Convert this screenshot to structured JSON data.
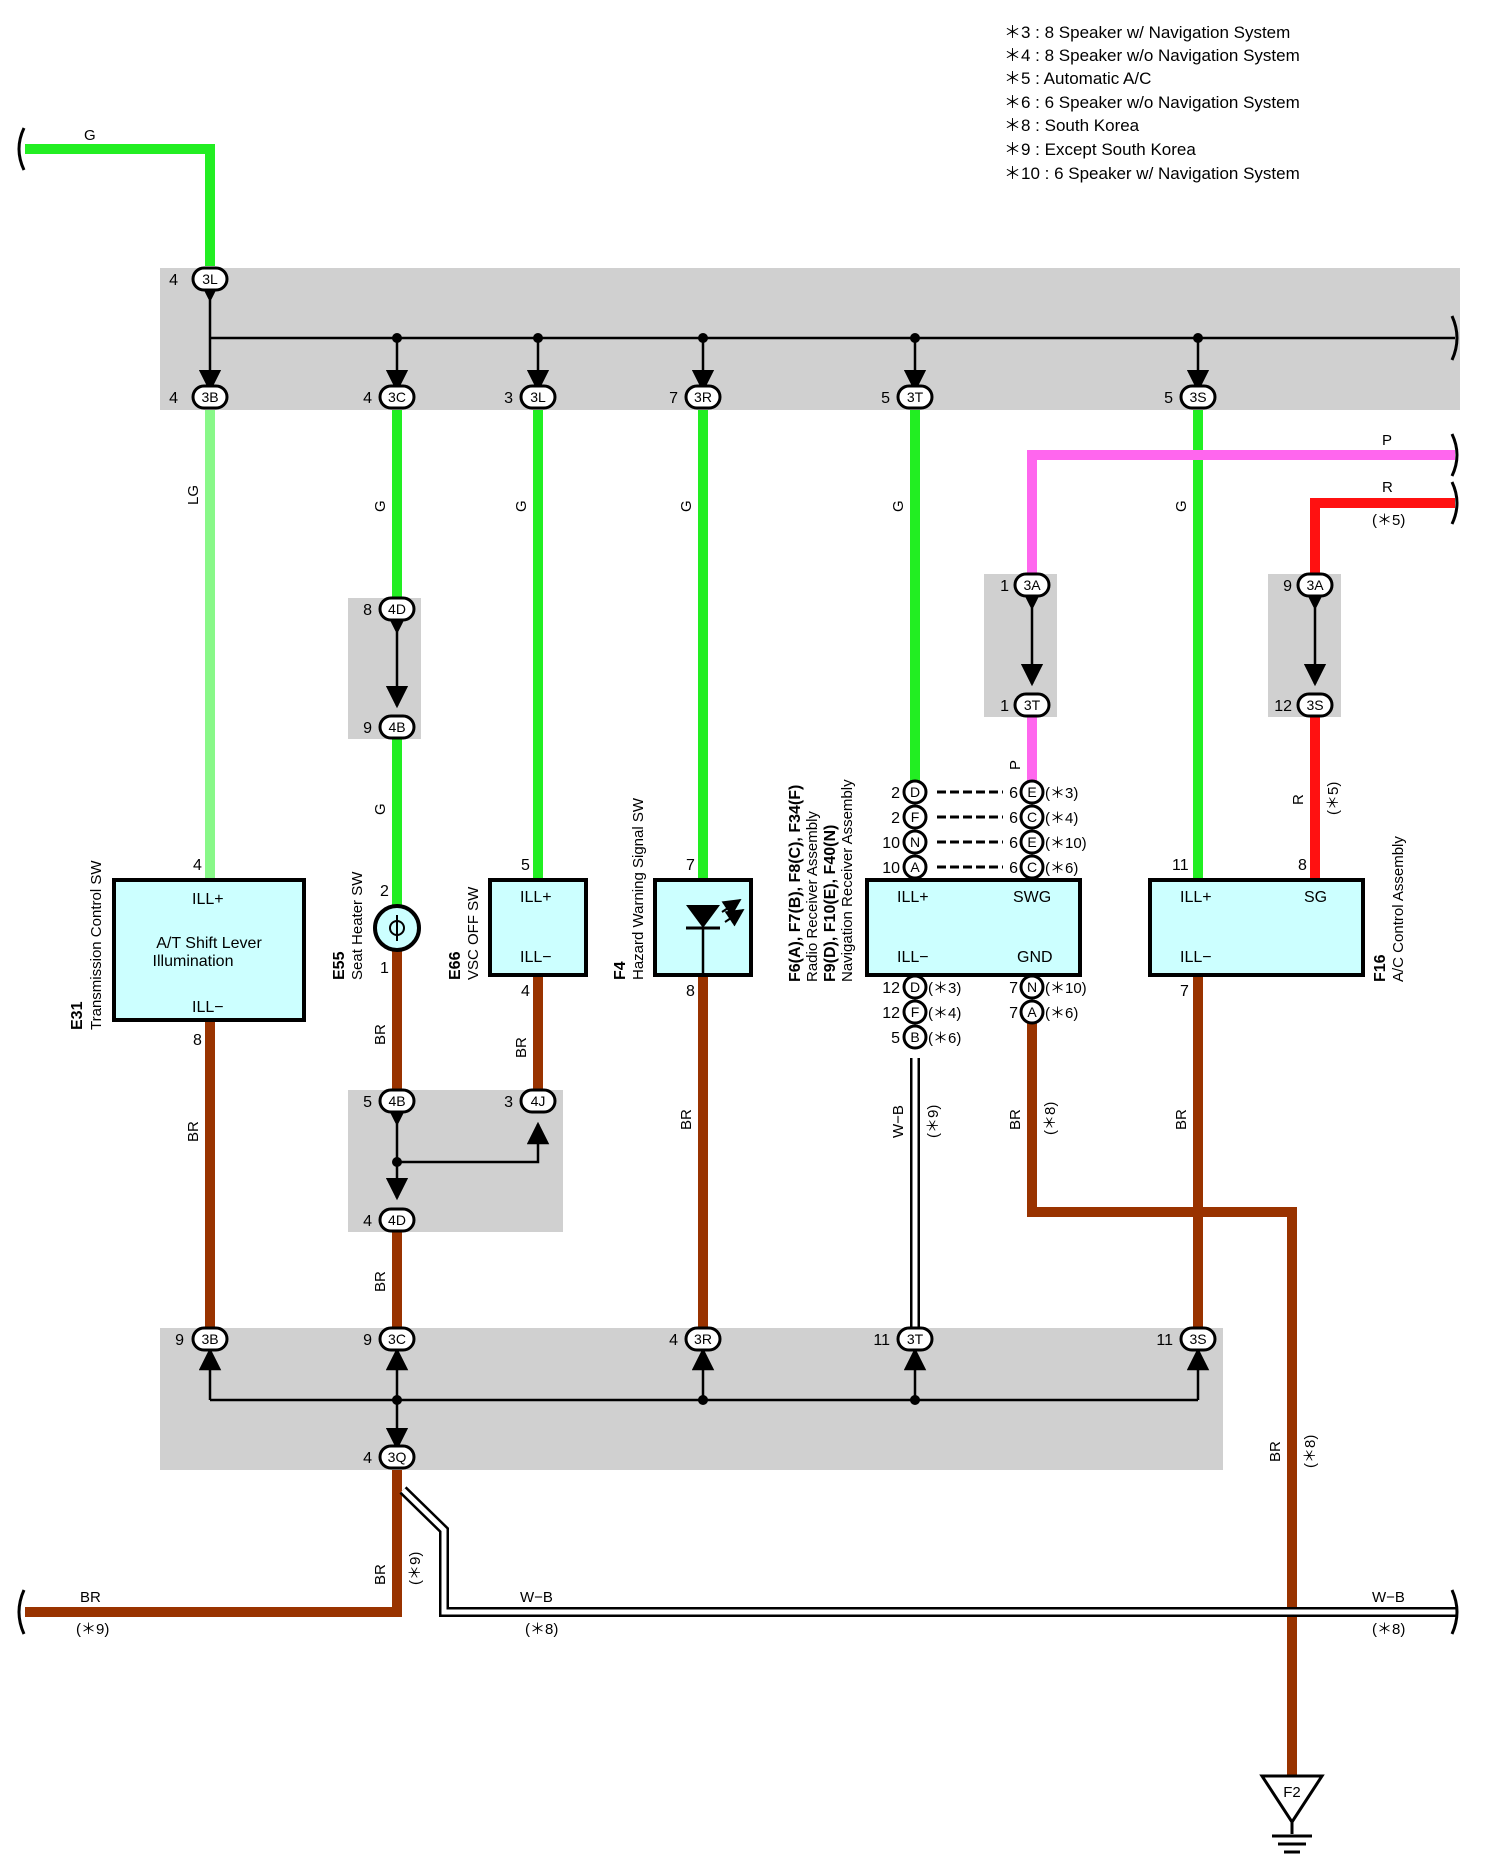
{
  "notes": [
    "＊3 : 8 Speaker w/ Navigation System",
    "＊4 : 8 Speaker w/o Navigation System",
    "＊5 : Automatic A/C",
    "＊6 : 6 Speaker w/o Navigation System",
    "＊8 : South Korea",
    "＊9 : Except South Korea",
    "＊10 : 6 Speaker w/ Navigation System"
  ],
  "colors": {
    "G": "#22ee22",
    "LG": "#88f888",
    "P": "#ff66ee",
    "R": "#ff1111",
    "BR": "#993300",
    "W-B": "#ffffff",
    "junction_block": "#d0d0d0",
    "component_fill": "#ccffff"
  },
  "top_block": {
    "input": {
      "pin": "4",
      "label": "3L"
    },
    "outputs": [
      {
        "pin": "4",
        "label": "3B"
      },
      {
        "pin": "4",
        "label": "3C"
      },
      {
        "pin": "3",
        "label": "3L"
      },
      {
        "pin": "7",
        "label": "3R"
      },
      {
        "pin": "5",
        "label": "3T"
      },
      {
        "pin": "5",
        "label": "3S"
      }
    ]
  },
  "bottom_block": {
    "inputs": [
      {
        "pin": "9",
        "label": "3B"
      },
      {
        "pin": "9",
        "label": "3C"
      },
      {
        "pin": "4",
        "label": "3R"
      },
      {
        "pin": "11",
        "label": "3T"
      },
      {
        "pin": "11",
        "label": "3S"
      }
    ],
    "output": {
      "pin": "4",
      "label": "3Q"
    }
  },
  "seat_block_upper": [
    {
      "pin": "8",
      "label": "4D"
    },
    {
      "pin": "9",
      "label": "4B"
    }
  ],
  "seat_block_lower": [
    {
      "pin": "5",
      "label": "4B"
    },
    {
      "pin": "3",
      "label": "4J"
    },
    {
      "pin": "4",
      "label": "4D"
    }
  ],
  "p_block": [
    {
      "pin": "1",
      "label": "3A"
    },
    {
      "pin": "1",
      "label": "3T"
    }
  ],
  "r_block": [
    {
      "pin": "9",
      "label": "3A"
    },
    {
      "pin": "12",
      "label": "3S"
    }
  ],
  "wire_labels": {
    "g_top": "G",
    "lg": "LG",
    "g": "G",
    "p": "P",
    "r": "R",
    "br": "BR",
    "wb": "W−B",
    "n5": "(＊5)",
    "n8": "(＊8)",
    "n9": "(＊9)"
  },
  "components": {
    "e31": {
      "code": "E31",
      "name": "Transmission Control SW",
      "body": [
        "A/T Shift Lever",
        "Illumination"
      ],
      "ill_plus": "ILL+",
      "ill_minus": "ILL−",
      "pin_in": "4",
      "pin_out": "8"
    },
    "e55": {
      "code": "E55",
      "name": "Seat Heater SW",
      "pin_in": "2",
      "pin_out": "1"
    },
    "e66": {
      "code": "E66",
      "name": "VSC OFF SW",
      "ill_plus": "ILL+",
      "ill_minus": "ILL−",
      "pin_in": "5",
      "pin_out": "4"
    },
    "f4": {
      "code": "F4",
      "name": "Hazard Warning Signal SW",
      "pin_in": "7",
      "pin_out": "8"
    },
    "radio": {
      "code": "F6(A), F7(B), F8(C), F34(F)",
      "name1": "Radio Receiver Assembly",
      "code2": "F9(D), F10(E), F40(N)",
      "name2": "Navigation Receiver Assembly",
      "ill_plus": "ILL+",
      "swg": "SWG",
      "ill_minus": "ILL−",
      "gnd": "GND",
      "top_left": [
        {
          "pin": "2",
          "label": "D"
        },
        {
          "pin": "2",
          "label": "F"
        },
        {
          "pin": "10",
          "label": "N"
        },
        {
          "pin": "10",
          "label": "A"
        }
      ],
      "top_right": [
        {
          "pin": "6",
          "label": "E",
          "note": "(＊3)"
        },
        {
          "pin": "6",
          "label": "C",
          "note": "(＊4)"
        },
        {
          "pin": "6",
          "label": "E",
          "note": "(＊10)"
        },
        {
          "pin": "6",
          "label": "C",
          "note": "(＊6)"
        }
      ],
      "bottom_left": [
        {
          "pin": "12",
          "label": "D",
          "note": "(＊3)"
        },
        {
          "pin": "12",
          "label": "F",
          "note": "(＊4)"
        },
        {
          "pin": "5",
          "label": "B",
          "note": "(＊6)"
        }
      ],
      "bottom_right": [
        {
          "pin": "7",
          "label": "N",
          "note": "(＊10)"
        },
        {
          "pin": "7",
          "label": "A",
          "note": "(＊6)"
        }
      ]
    },
    "f16": {
      "code": "F16",
      "name": "A/C Control Assembly",
      "ill_plus": "ILL+",
      "sg": "SG",
      "ill_minus": "ILL−",
      "pin_ill": "11",
      "pin_sg": "8",
      "pin_out": "7"
    }
  },
  "ground": {
    "label": "F2"
  }
}
